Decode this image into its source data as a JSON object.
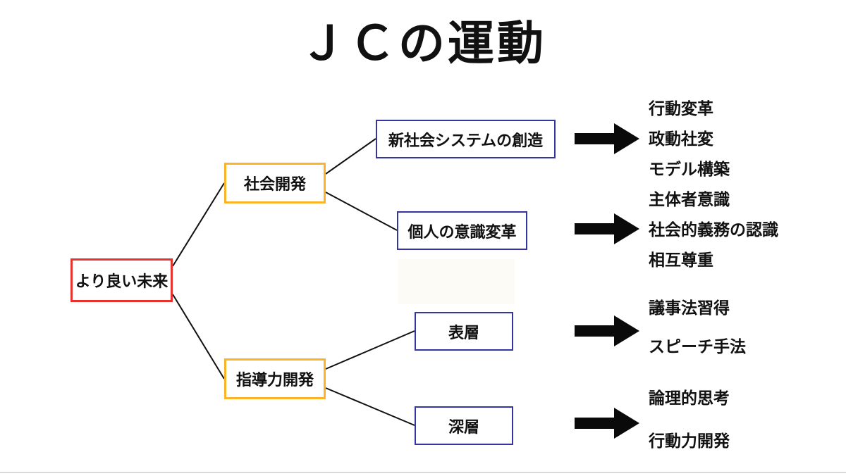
{
  "title": "ＪＣの運動",
  "colors": {
    "root_border": "#E53330",
    "branch_border": "#FBB429",
    "leaf_border": "#3434A4",
    "arrow": "#0A0A0A",
    "text": "#111111"
  },
  "root": {
    "label": "より良い未来"
  },
  "branches": [
    {
      "label": "社会開発"
    },
    {
      "label": "指導力開発"
    }
  ],
  "leaves": [
    {
      "label": "新社会システムの創造",
      "outcomes": [
        "行動変革",
        "政動社変",
        "モデル構築"
      ]
    },
    {
      "label": "個人の意識変革",
      "outcomes": [
        "主体者意識",
        "社会的義務の認識",
        "相互尊重"
      ]
    },
    {
      "label": "表層",
      "outcomes": [
        "議事法習得",
        "スピーチ手法"
      ]
    },
    {
      "label": "深層",
      "outcomes": [
        "論理的思考",
        "行動力開発"
      ]
    }
  ]
}
